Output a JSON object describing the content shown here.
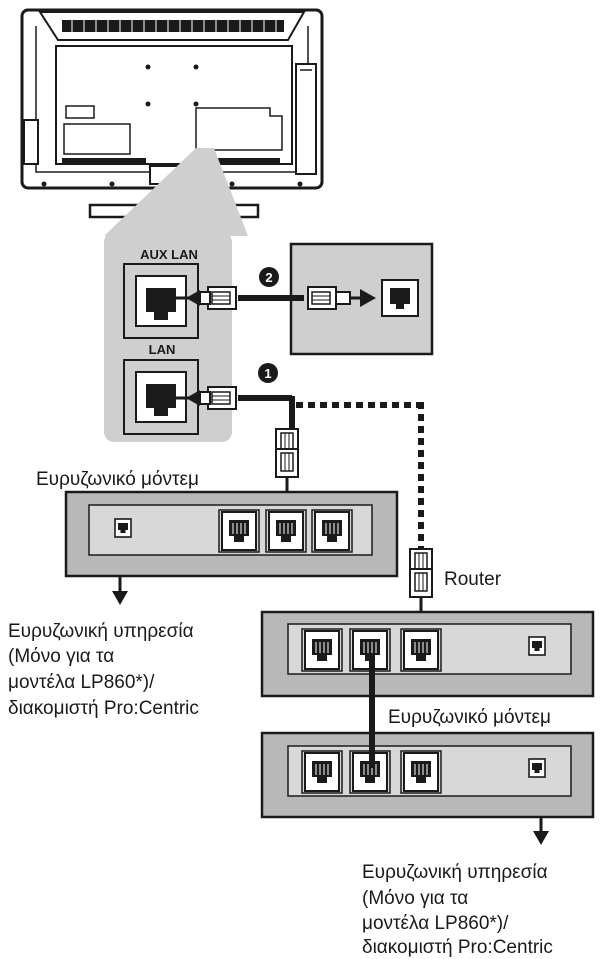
{
  "labels": {
    "aux_lan": "AUX LAN",
    "lan": "LAN",
    "modem_top": "Ευρυζωνικό μόντεμ",
    "router": "Router",
    "modem_bottom": "Ευρυζωνικό μόντεμ"
  },
  "service_left": {
    "line1": "Ευρυζωνική υπηρεσία",
    "line2": "(Μόνο για τα",
    "line3": "μοντέλα LP860*)/",
    "line4": "διακομιστή Pro:Centric"
  },
  "service_right": {
    "line1": "Ευρυζωνική υπηρεσία",
    "line2": "(Μόνο για τα",
    "line3": "μοντέλα LP860*)/",
    "line4": "διακομιστή Pro:Centric"
  },
  "markers": {
    "one": "1",
    "two": "2"
  },
  "colors": {
    "panel_gray": "#cfcfcf",
    "device_gray": "#b8b8b8",
    "cable": "#1a1a1a"
  }
}
